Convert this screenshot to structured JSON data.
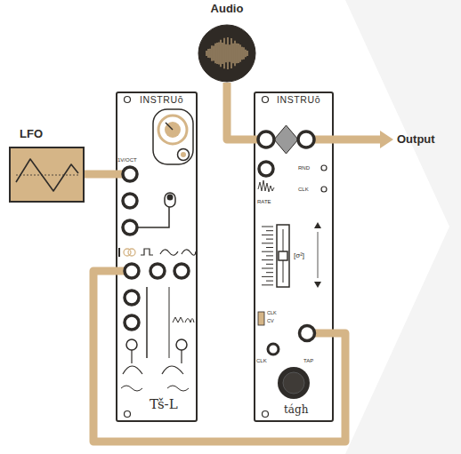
{
  "diagram": {
    "nodes": [
      {
        "text": [
          "Audio"
        ]
      },
      {
        "text": [
          "LFO"
        ]
      },
      {
        "text": [
          "INSTRUō",
          "Tš-L"
        ]
      },
      {
        "text": [
          "INSTRUō",
          "tágh"
        ]
      }
    ],
    "edges": [
      {
        "from": 0,
        "to": 3,
        "arrow": "none"
      },
      {
        "from": 1,
        "to": 2,
        "arrow": "none"
      },
      {
        "from": 2,
        "to": 3,
        "arrow": "none"
      }
    ],
    "labels": [
      "Output",
      "1V/OCT",
      "RND",
      "CLK",
      "RATE",
      "[σ²]",
      "CLK",
      "CV",
      "CLK",
      "TAP"
    ]
  }
}
